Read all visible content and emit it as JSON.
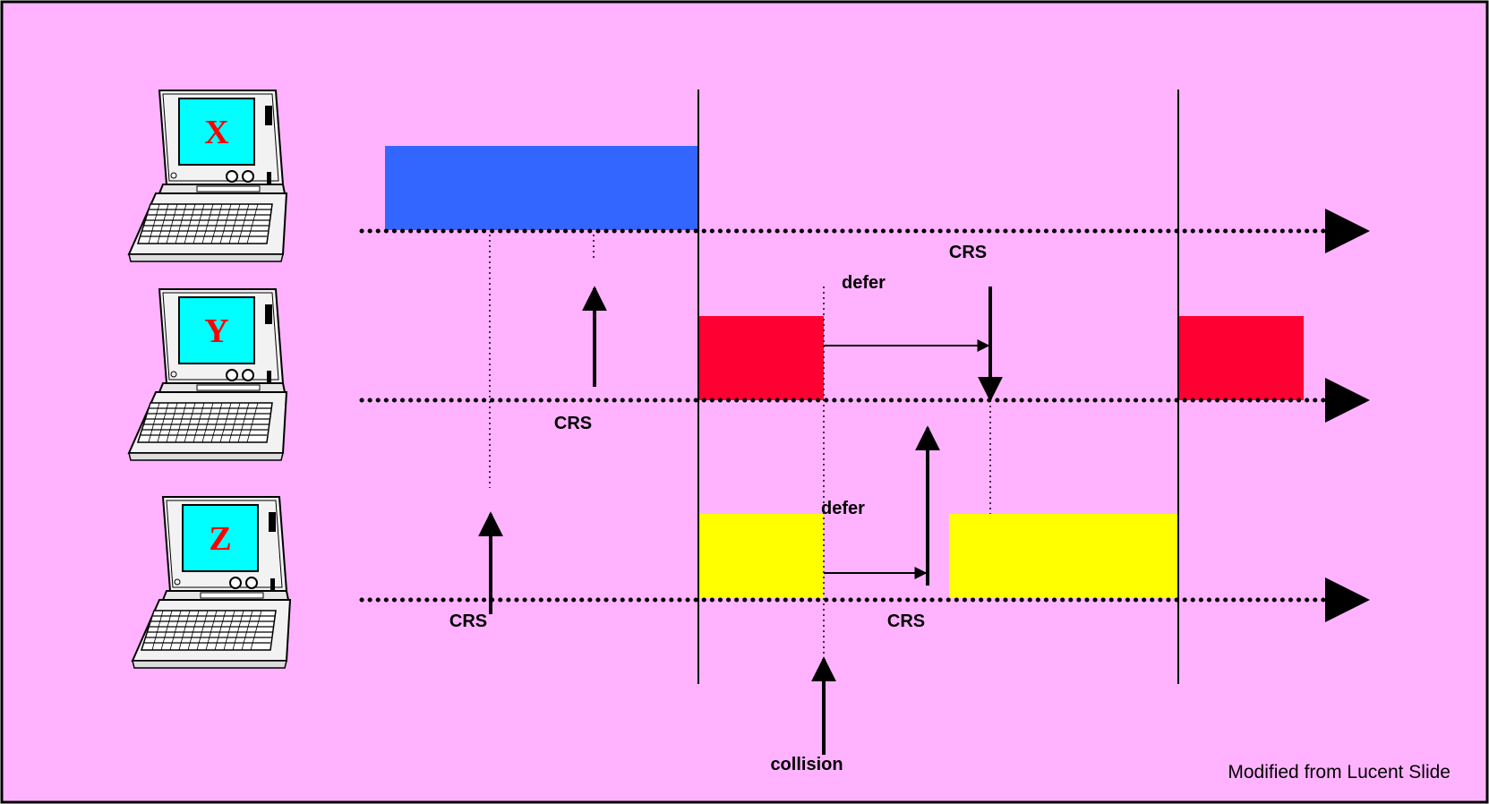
{
  "colors": {
    "background": "#ffb3ff",
    "x_frame": "#3366ff",
    "y_frame": "#ff0033",
    "z_frame": "#ffff00",
    "screen": "#00ffff",
    "station_letter": "#ff0000"
  },
  "stations": [
    {
      "letter": "X",
      "icon": "laptop-icon"
    },
    {
      "letter": "Y",
      "icon": "laptop-icon"
    },
    {
      "letter": "Z",
      "icon": "laptop-icon"
    }
  ],
  "labels": {
    "crs_x": "CRS",
    "crs_y": "CRS",
    "crs_z_left": "CRS",
    "crs_z_right": "CRS",
    "defer_y": "defer",
    "defer_z": "defer",
    "collision": "collision",
    "credit": "Modified from Lucent Slide"
  }
}
